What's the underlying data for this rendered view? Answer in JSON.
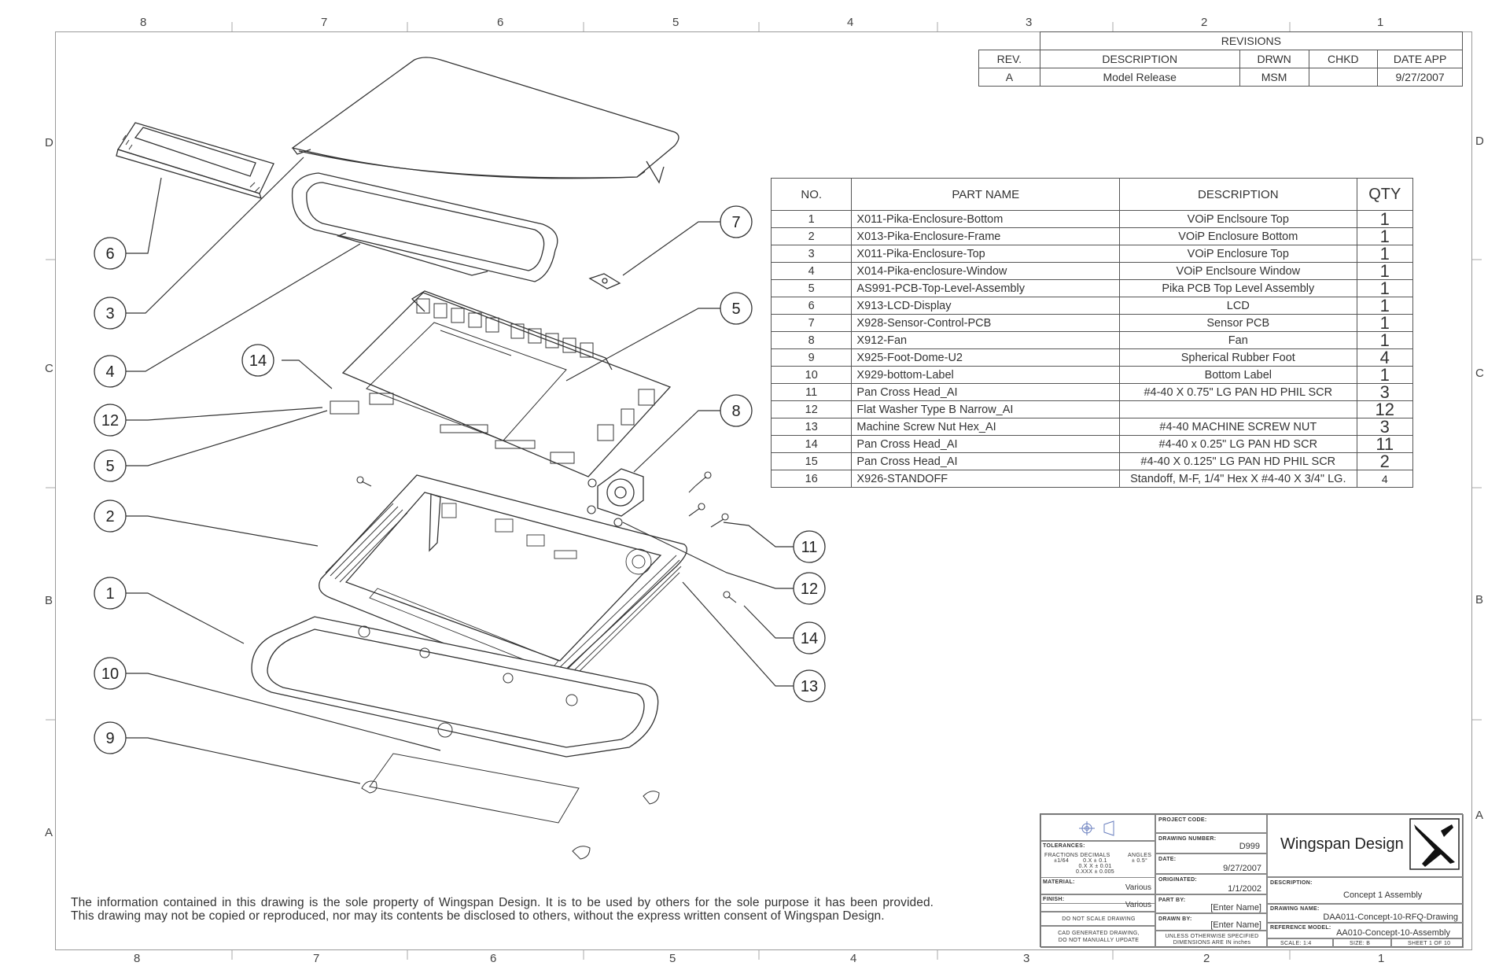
{
  "zones": {
    "top": [
      "8",
      "7",
      "6",
      "5",
      "4",
      "3",
      "2",
      "1"
    ],
    "bottom": [
      "8",
      "7",
      "6",
      "5",
      "4",
      "3",
      "2",
      "1"
    ],
    "left": [
      "D",
      "C",
      "B",
      "A"
    ],
    "right": [
      "D",
      "C",
      "B",
      "A"
    ]
  },
  "revisions": {
    "title": "REVISIONS",
    "headers": [
      "REV.",
      "DESCRIPTION",
      "DRWN",
      "CHKD",
      "DATE APP"
    ],
    "rows": [
      [
        "A",
        "Model Release",
        "MSM",
        "",
        "9/27/2007"
      ]
    ]
  },
  "bom": {
    "headers": [
      "NO.",
      "PART NAME",
      "DESCRIPTION",
      "QTY"
    ],
    "rows": [
      [
        "1",
        "X011-Pika-Enclosure-Bottom",
        "VOiP Enclsoure Top",
        "1"
      ],
      [
        "2",
        "X013-Pika-Enclosure-Frame",
        "VOiP Enclosure Bottom",
        "1"
      ],
      [
        "3",
        "X011-Pika-Enclosure-Top",
        "VOiP Enclosure Top",
        "1"
      ],
      [
        "4",
        "X014-Pika-enclosure-Window",
        "VOiP Enclsoure Window",
        "1"
      ],
      [
        "5",
        "AS991-PCB-Top-Level-Assembly",
        "Pika PCB Top Level Assembly",
        "1"
      ],
      [
        "6",
        "X913-LCD-Display",
        "LCD",
        "1"
      ],
      [
        "7",
        "X928-Sensor-Control-PCB",
        "Sensor PCB",
        "1"
      ],
      [
        "8",
        "X912-Fan",
        "Fan",
        "1"
      ],
      [
        "9",
        "X925-Foot-Dome-U2",
        "Spherical Rubber Foot",
        "4"
      ],
      [
        "10",
        "X929-bottom-Label",
        "Bottom Label",
        "1"
      ],
      [
        "11",
        "Pan Cross Head_AI",
        "#4-40 X 0.75\" LG PAN HD PHIL SCR",
        "3"
      ],
      [
        "12",
        "Flat Washer Type B Narrow_AI",
        "",
        "12"
      ],
      [
        "13",
        "Machine Screw Nut Hex_AI",
        "#4-40 MACHINE SCREW NUT",
        "3"
      ],
      [
        "14",
        "Pan Cross Head_AI",
        "#4-40 x 0.25\" LG PAN HD SCR",
        "11"
      ],
      [
        "15",
        "Pan Cross Head_AI",
        "#4-40 X 0.125\" LG PAN HD PHIL SCR",
        "2"
      ],
      [
        "16",
        "X926-STANDOFF",
        "Standoff, M-F, 1/4\" Hex X #4-40 X 3/4\" LG.",
        "4"
      ]
    ]
  },
  "balloons": [
    "6",
    "3",
    "4",
    "14",
    "12",
    "5",
    "2",
    "1",
    "10",
    "9",
    "7",
    "5",
    "8",
    "11",
    "12",
    "14",
    "13"
  ],
  "note": {
    "line1": "The information contained in this drawing is the sole property of Wingspan Design. It is to be used by others for the sole purpose it has been provided.",
    "line2": "This drawing may not be copied or reproduced, nor may its contents be disclosed to others, without the express written consent of Wingspan Design."
  },
  "titleblock": {
    "tolerances_label": "TOLERANCES:",
    "fractions": "FRACTIONS\n±1/64",
    "decimals": "DECIMALS\n0.X ± 0.1\n0.X X ± 0.01\n0.XXX ± 0.005",
    "angles": "ANGLES\n± 0.5°",
    "material_label": "MATERIAL:",
    "material": "Various",
    "finish_label": "FINISH:",
    "finish": "Various",
    "do_not_scale": "DO NOT SCALE DRAWING",
    "cad_note": "CAD GENERATED DRAWING,\nDO NOT MANUALLY UPDATE",
    "project_code_label": "PROJECT CODE:",
    "drawing_number_label": "DRAWING NUMBER:",
    "drawing_number": "D999",
    "date_label": "DATE:",
    "date": "9/27/2007",
    "originated_label": "ORIGINATED:",
    "originated": "1/1/2002",
    "part_by_label": "PART BY:",
    "part_by": "[Enter Name]",
    "drawn_by_label": "DRAWN BY:",
    "drawn_by": "[Enter Name]",
    "unless_note": "UNLESS OTHERWISE SPECIFIED\nDIMENSIONS ARE IN inches",
    "company": "Wingspan Design",
    "description_label": "DESCRIPTION:",
    "description": "Concept 1 Assembly",
    "drawing_name_label": "DRAWING NAME:",
    "drawing_name": "DAA011-Concept-10-RFQ-Drawing",
    "reference_model_label": "REFERENCE MODEL:",
    "reference_model": "AA010-Concept-10-Assembly",
    "scale": "SCALE: 1:4",
    "size": "SIZE: B",
    "sheet": "SHEET 1 OF 10"
  }
}
